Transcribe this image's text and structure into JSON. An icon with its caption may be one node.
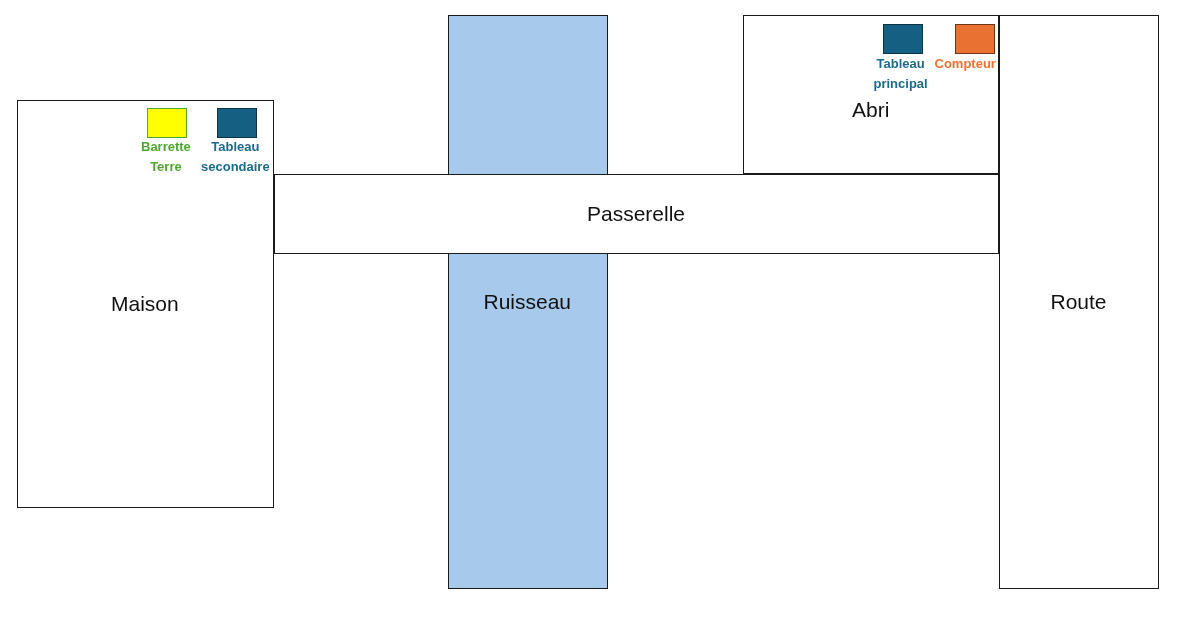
{
  "diagram": {
    "nodes": [
      {
        "text": [
          "Maison"
        ]
      },
      {
        "text": [
          "Barrette Terre"
        ],
        "in": 0
      },
      {
        "text": [
          "Tableau secondaire"
        ],
        "in": 0
      },
      {
        "text": [
          "Ruisseau"
        ]
      },
      {
        "text": [
          "Passerelle"
        ]
      },
      {
        "text": [
          "Abri"
        ]
      },
      {
        "text": [
          "Tableau principal"
        ],
        "in": 5
      },
      {
        "text": [
          "Compteur"
        ],
        "in": 5
      },
      {
        "text": [
          "Route"
        ]
      }
    ]
  }
}
